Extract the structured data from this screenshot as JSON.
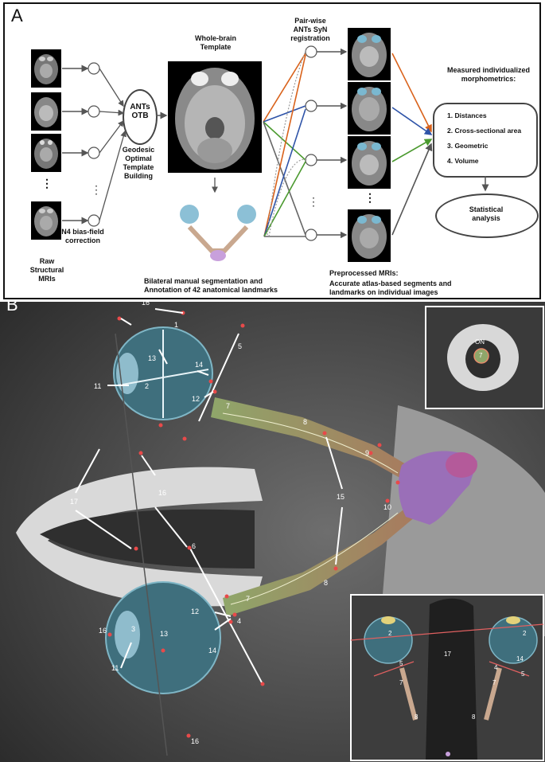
{
  "panelA": {
    "letter": "A",
    "raw_mri_label": "Raw\nStructural\nMRIs",
    "n4_label": "N4 bias-field\ncorrection",
    "ants_otb": "ANTs\nOTB",
    "geodesic_label": "Geodesic\nOptimal\nTemplate\nBuilding",
    "template_label": "Whole-brain\nTemplate",
    "registration_label": "Pair-wise\nANTs SyN\nregistration",
    "segmentation_label": "Bilateral manual segmentation and\nAnnotation of 42 anatomical landmarks",
    "preprocessed_title": "Preprocessed MRIs:",
    "preprocessed_text": "Accurate atlas-based segments and\nlandmarks on individual images",
    "morpho_title": "Measured individualized\nmorphometrics:",
    "morpho_items": [
      "1. Distances",
      "2. Cross-sectional area",
      "3. Geometric",
      "4. Volume"
    ],
    "stats_label": "Statistical\nanalysis",
    "dots": "⋮",
    "colors": {
      "orange": "#d9621b",
      "blue": "#2f54a8",
      "green": "#4b9a2f",
      "gray": "#666666"
    }
  },
  "panelB": {
    "letter": "B",
    "inset_label": "ON",
    "labels": {
      "l1": "1",
      "l2": "2",
      "l3": "3",
      "l4": "4",
      "l5": "5",
      "l6": "6",
      "l7a": "7",
      "l7b": "7",
      "l8a": "8",
      "l8b": "8",
      "l9": "9",
      "l10": "10",
      "l11a": "11",
      "l11b": "11",
      "l12a": "12",
      "l12b": "12",
      "l13a": "13",
      "l13b": "13",
      "l14a": "14",
      "l14b": "14",
      "l15": "15",
      "l16a": "16",
      "l16b": "16",
      "l16c": "16",
      "l16d": "16",
      "l17": "17",
      "in_7": "7",
      "in2_2a": "2",
      "in2_2b": "2",
      "in2_5a": "5",
      "in2_5b": "5",
      "in2_4": "4",
      "in2_14": "14",
      "in2_17": "17",
      "in2_7a": "7",
      "in2_7b": "7",
      "in2_8a": "8",
      "in2_8b": "8"
    }
  }
}
